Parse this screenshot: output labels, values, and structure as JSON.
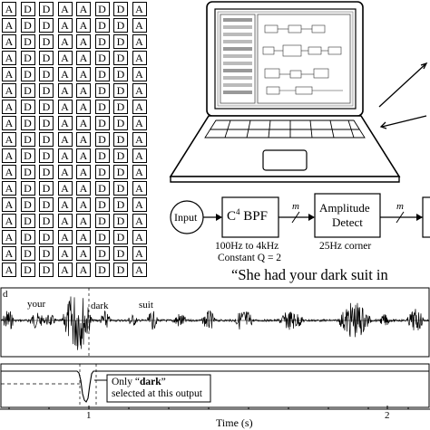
{
  "grid": {
    "pattern": [
      "A",
      "D",
      "D",
      "A",
      "A",
      "D",
      "D",
      "A"
    ],
    "rows": 17
  },
  "block_diagram": {
    "input": "Input",
    "bpf_label": "C",
    "bpf_sup": "4",
    "bpf_suffix": " BPF",
    "bpf_note_1": "100Hz to 4kHz",
    "bpf_note_2": "Constant Q = 2",
    "bus_label_1": "m",
    "detect_line_1": "Amplitude",
    "detect_line_2": "Detect",
    "detect_note": "25Hz corner",
    "bus_label_2": "m"
  },
  "sentence": "“She had your dark suit in",
  "waveform": {
    "words": [
      "d",
      "your",
      "dark",
      "suit"
    ]
  },
  "output_annotation": {
    "line_1_prefix": "Only “",
    "line_1_word": "dark",
    "line_1_suffix": "”",
    "line_2": "selected at this output"
  },
  "axis": {
    "ticks": [
      "1",
      "2"
    ],
    "xlabel": "Time (s)"
  }
}
